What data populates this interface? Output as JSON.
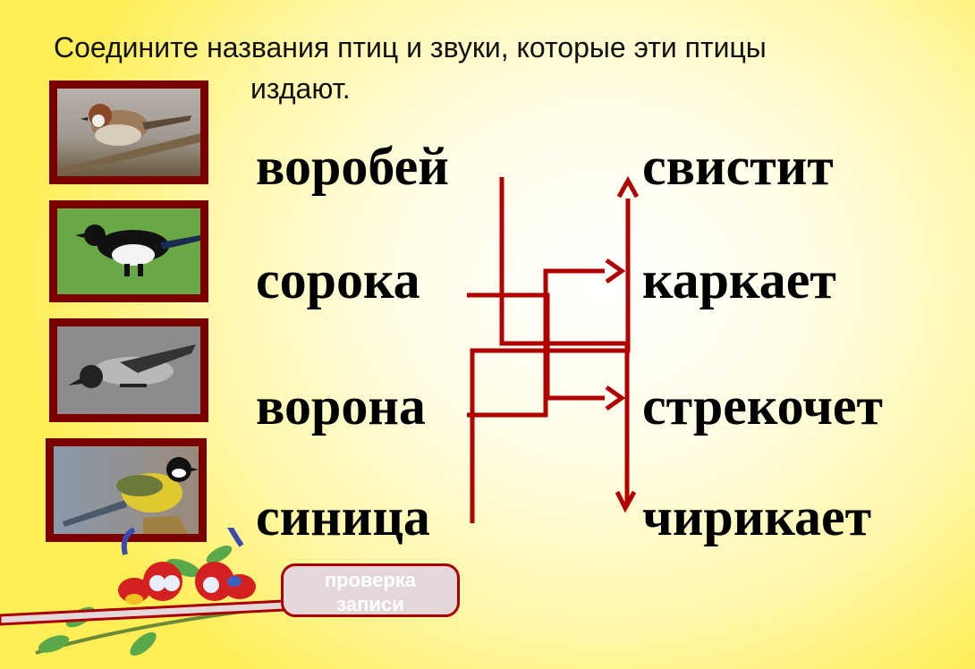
{
  "title": {
    "line1": "Соедините названия птиц и звуки, которые эти птицы",
    "line2": "издают."
  },
  "birds": [
    {
      "name": "воробей",
      "image": "sparrow-photo"
    },
    {
      "name": "сорока",
      "image": "magpie-photo"
    },
    {
      "name": "ворона",
      "image": "crow-photo"
    },
    {
      "name": "синица",
      "image": "tit-photo"
    }
  ],
  "sounds": [
    "свистит",
    "каркает",
    "стрекочет",
    "чирикает"
  ],
  "check_button": {
    "line1": "проверка",
    "line2": "записи"
  },
  "colors": {
    "line": "#b00000",
    "frame": "#7a0000",
    "button_border": "#a80000"
  }
}
